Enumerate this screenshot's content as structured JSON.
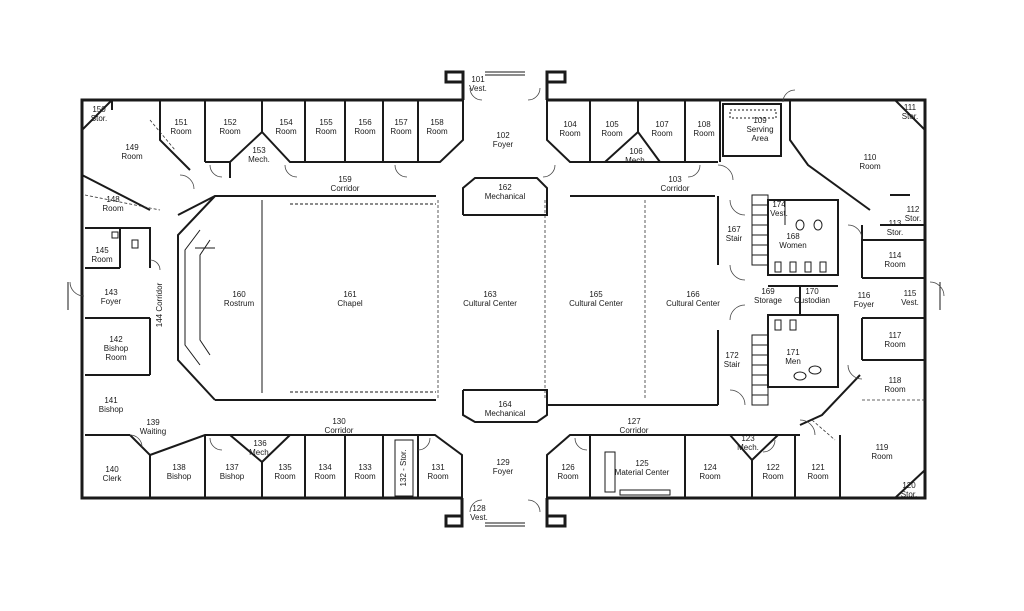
{
  "rooms": [
    {
      "id": "r101",
      "num": "101",
      "name": "Vest."
    },
    {
      "id": "r102",
      "num": "102",
      "name": "Foyer"
    },
    {
      "id": "r103",
      "num": "103",
      "name": "Corridor"
    },
    {
      "id": "r104",
      "num": "104",
      "name": "Room"
    },
    {
      "id": "r105",
      "num": "105",
      "name": "Room"
    },
    {
      "id": "r106",
      "num": "106",
      "name": "Mech."
    },
    {
      "id": "r107",
      "num": "107",
      "name": "Room"
    },
    {
      "id": "r108",
      "num": "108",
      "name": "Room"
    },
    {
      "id": "r109",
      "num": "109",
      "name": "Serving Area"
    },
    {
      "id": "r110",
      "num": "110",
      "name": "Room"
    },
    {
      "id": "r111",
      "num": "111",
      "name": "Stor."
    },
    {
      "id": "r112",
      "num": "112",
      "name": "Stor."
    },
    {
      "id": "r113",
      "num": "113",
      "name": "Stor."
    },
    {
      "id": "r114",
      "num": "114",
      "name": "Room"
    },
    {
      "id": "r115",
      "num": "115",
      "name": "Vest."
    },
    {
      "id": "r116",
      "num": "116",
      "name": "Foyer"
    },
    {
      "id": "r117",
      "num": "117",
      "name": "Room"
    },
    {
      "id": "r118",
      "num": "118",
      "name": "Room"
    },
    {
      "id": "r119",
      "num": "119",
      "name": "Room"
    },
    {
      "id": "r120",
      "num": "120",
      "name": "Stor."
    },
    {
      "id": "r121",
      "num": "121",
      "name": "Room"
    },
    {
      "id": "r122",
      "num": "122",
      "name": "Room"
    },
    {
      "id": "r123",
      "num": "123",
      "name": "Mech."
    },
    {
      "id": "r124",
      "num": "124",
      "name": "Room"
    },
    {
      "id": "r125",
      "num": "125",
      "name": "Material Center"
    },
    {
      "id": "r126",
      "num": "126",
      "name": "Room"
    },
    {
      "id": "r127",
      "num": "127",
      "name": "Corridor"
    },
    {
      "id": "r128",
      "num": "128",
      "name": "Vest."
    },
    {
      "id": "r129",
      "num": "129",
      "name": "Foyer"
    },
    {
      "id": "r130",
      "num": "130",
      "name": "Corridor"
    },
    {
      "id": "r131",
      "num": "131",
      "name": "Room"
    },
    {
      "id": "r132",
      "num": "132 - Stor.",
      "name": ""
    },
    {
      "id": "r133",
      "num": "133",
      "name": "Room"
    },
    {
      "id": "r134",
      "num": "134",
      "name": "Room"
    },
    {
      "id": "r135",
      "num": "135",
      "name": "Room"
    },
    {
      "id": "r136",
      "num": "136",
      "name": "Mech."
    },
    {
      "id": "r137",
      "num": "137",
      "name": "Bishop"
    },
    {
      "id": "r138",
      "num": "138",
      "name": "Bishop"
    },
    {
      "id": "r139",
      "num": "139",
      "name": "Waiting"
    },
    {
      "id": "r140",
      "num": "140",
      "name": "Clerk"
    },
    {
      "id": "r141",
      "num": "141",
      "name": "Bishop"
    },
    {
      "id": "r142",
      "num": "142",
      "name": "Bishop Room"
    },
    {
      "id": "r143",
      "num": "143",
      "name": "Foyer"
    },
    {
      "id": "r144",
      "num": "144",
      "name": "Corridor"
    },
    {
      "id": "r145",
      "num": "145",
      "name": "Room"
    },
    {
      "id": "r148",
      "num": "148",
      "name": "Room"
    },
    {
      "id": "r149",
      "num": "149",
      "name": "Room"
    },
    {
      "id": "r150",
      "num": "150",
      "name": "Stor."
    },
    {
      "id": "r151",
      "num": "151",
      "name": "Room"
    },
    {
      "id": "r152",
      "num": "152",
      "name": "Room"
    },
    {
      "id": "r153",
      "num": "153",
      "name": "Mech."
    },
    {
      "id": "r154",
      "num": "154",
      "name": "Room"
    },
    {
      "id": "r155",
      "num": "155",
      "name": "Room"
    },
    {
      "id": "r156",
      "num": "156",
      "name": "Room"
    },
    {
      "id": "r157",
      "num": "157",
      "name": "Room"
    },
    {
      "id": "r158",
      "num": "158",
      "name": "Room"
    },
    {
      "id": "r159",
      "num": "159",
      "name": "Corridor"
    },
    {
      "id": "r160",
      "num": "160",
      "name": "Rostrum"
    },
    {
      "id": "r161",
      "num": "161",
      "name": "Chapel"
    },
    {
      "id": "r162",
      "num": "162",
      "name": "Mechanical"
    },
    {
      "id": "r163",
      "num": "163",
      "name": "Cultural Center"
    },
    {
      "id": "r164",
      "num": "164",
      "name": "Mechanical"
    },
    {
      "id": "r165",
      "num": "165",
      "name": "Cultural Center"
    },
    {
      "id": "r166",
      "num": "166",
      "name": "Cultural Center"
    },
    {
      "id": "r167",
      "num": "167",
      "name": "Stair"
    },
    {
      "id": "r168",
      "num": "168",
      "name": "Women"
    },
    {
      "id": "r169",
      "num": "169",
      "name": "Storage"
    },
    {
      "id": "r170",
      "num": "170",
      "name": "Custodian"
    },
    {
      "id": "r171",
      "num": "171",
      "name": "Men"
    },
    {
      "id": "r172",
      "num": "172",
      "name": "Stair"
    },
    {
      "id": "r174",
      "num": "174",
      "name": "Vest."
    }
  ]
}
